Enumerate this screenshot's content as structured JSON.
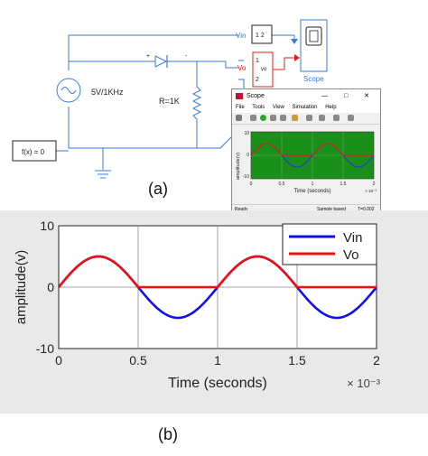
{
  "circuit": {
    "source_label": "5V/1KHz",
    "resistor_label": "R=1K",
    "solver_label": "f(x) = 0",
    "port_vin": "Vin",
    "port_vo": "Vo",
    "mux_label": "1 2",
    "vo_block_top": "1",
    "vo_block_mid": "vo",
    "vo_block_bot": "2",
    "diode_plus": "+",
    "diode_minus": "-",
    "scope_block_label": "Scope"
  },
  "scope_window": {
    "title": "Scope",
    "window_controls": "— □ ✕",
    "menu": [
      "File",
      "Tools",
      "View",
      "Simulation",
      "Help"
    ],
    "ylabel": "amplitude(v)",
    "xlabel": "Time (seconds)",
    "x_ticks": [
      "0",
      "0.5",
      "1",
      "1.5",
      "2"
    ],
    "y_ticks": [
      "10",
      "0",
      "-10"
    ],
    "multiplier": "× 10⁻³",
    "status_left": "Ready",
    "status_mid": "Sample based",
    "status_right": "T=0.002",
    "colors": {
      "plot_bg": "#1a8f1a",
      "vin": "#1f3bd6",
      "vo": "#e0201c"
    }
  },
  "captions": {
    "a": "(a)",
    "b": "(b)"
  },
  "chart_data": {
    "type": "line",
    "xlabel": "Time (seconds)",
    "ylabel": "amplitude(v)",
    "x_multiplier": "× 10⁻³",
    "xlim": [
      0,
      0.002
    ],
    "ylim": [
      -10,
      10
    ],
    "x_ticks": [
      "0",
      "0.5",
      "1",
      "1.5",
      "2"
    ],
    "y_ticks": [
      "10",
      "0",
      "-10"
    ],
    "grid": true,
    "legend_position": "top-right",
    "series": [
      {
        "name": "Vin",
        "color": "#1010ee",
        "x": [
          0,
          0.000125,
          0.00025,
          0.000375,
          0.0005,
          0.000625,
          0.00075,
          0.000875,
          0.001,
          0.001125,
          0.00125,
          0.001375,
          0.0015,
          0.001625,
          0.00175,
          0.001875,
          0.002
        ],
        "y": [
          0,
          3.54,
          5,
          3.54,
          0,
          -3.54,
          -5,
          -3.54,
          0,
          3.54,
          5,
          3.54,
          0,
          -3.54,
          -5,
          -3.54,
          0
        ]
      },
      {
        "name": "Vo",
        "color": "#ee1010",
        "x": [
          0,
          0.000125,
          0.00025,
          0.000375,
          0.0005,
          0.000625,
          0.00075,
          0.000875,
          0.001,
          0.001125,
          0.00125,
          0.001375,
          0.0015,
          0.001625,
          0.00175,
          0.001875,
          0.002
        ],
        "y": [
          0,
          3.54,
          5,
          3.54,
          0,
          0,
          0,
          0,
          0,
          3.54,
          5,
          3.54,
          0,
          0,
          0,
          0,
          0
        ]
      }
    ]
  }
}
